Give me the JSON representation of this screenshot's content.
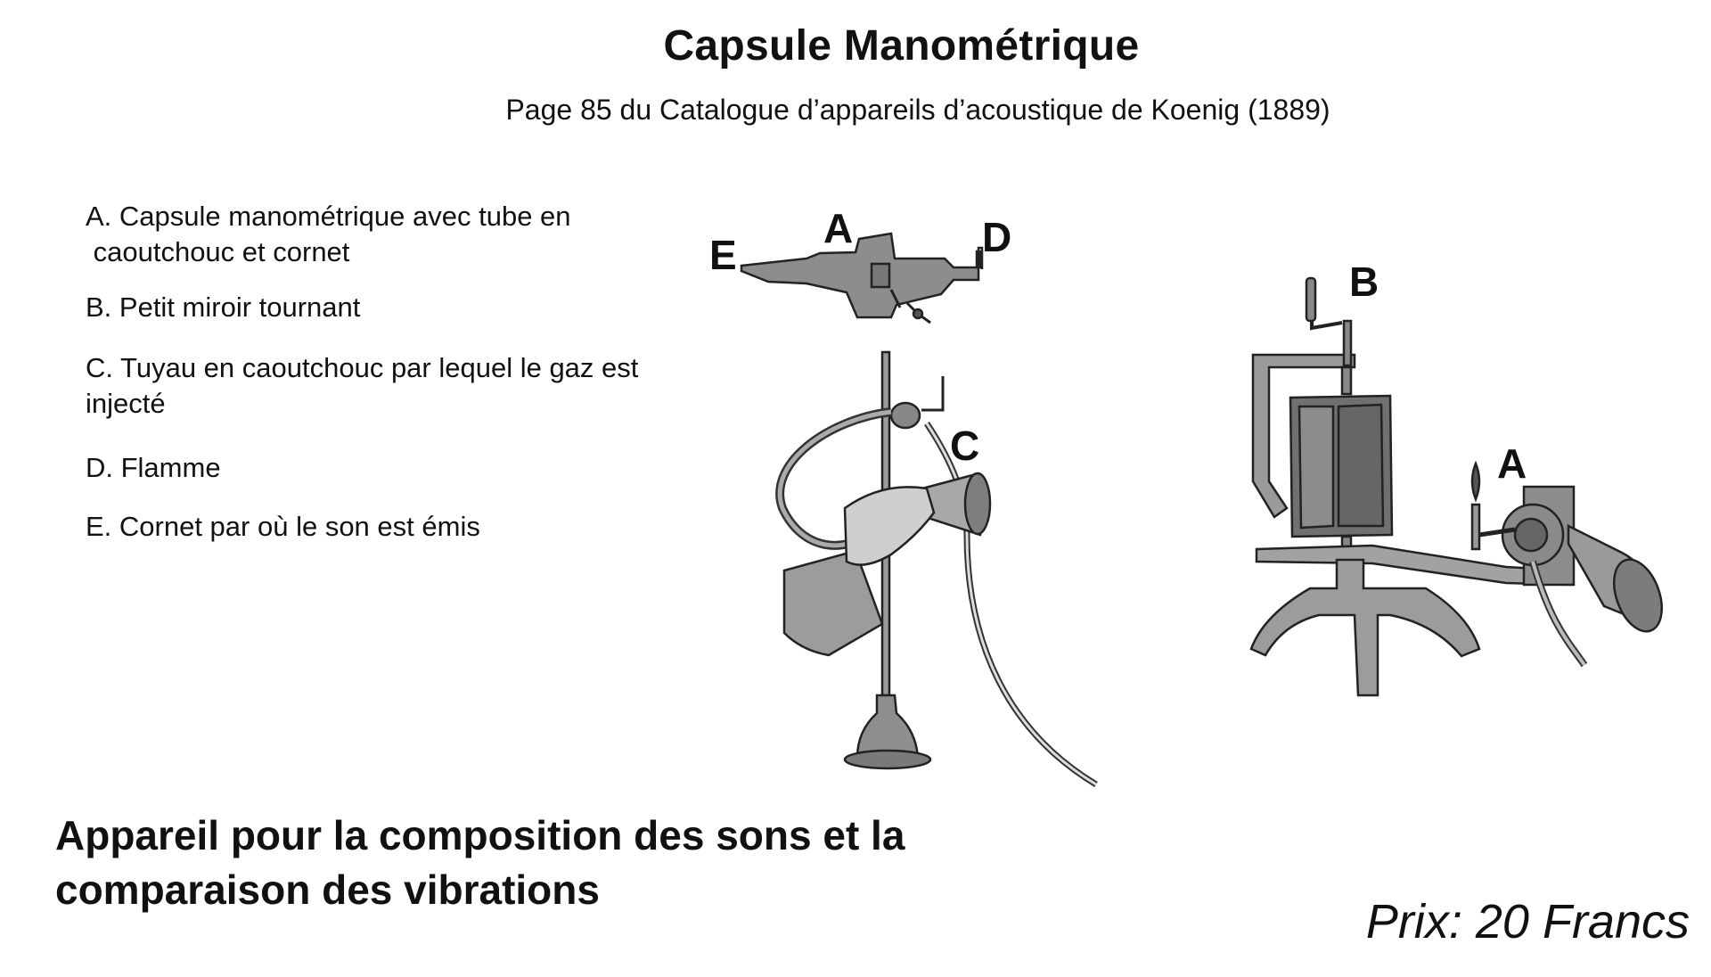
{
  "title": "Capsule Manométrique",
  "subtitle": "Page 85 du Catalogue d’appareils d’acoustique de Koenig (1889)",
  "legend": [
    {
      "line1": "A. Capsule manométrique avec tube en",
      "line2": " caoutchouc et cornet"
    },
    {
      "line1": "B. Petit miroir tournant",
      "line2": ""
    },
    {
      "line1": "C. Tuyau en caoutchouc par lequel le gaz est",
      "line2": "injecté"
    },
    {
      "line1": "D. Flamme",
      "line2": ""
    },
    {
      "line1": "E. Cornet par où le son est émis",
      "line2": ""
    }
  ],
  "figure_labels": {
    "a1": "A",
    "b": "B",
    "c": "C",
    "d": "D",
    "e": "E",
    "a2": "A"
  },
  "heading": {
    "line1": "Appareil pour la composition des sons et la",
    "line2": "comparaison des vibrations"
  },
  "price": "Prix: 20 Francs",
  "colors": {
    "ink": "#111111",
    "metal": "#8a8a8a",
    "metal_light": "#b8b8b8",
    "glass": "#6e6e6e"
  }
}
